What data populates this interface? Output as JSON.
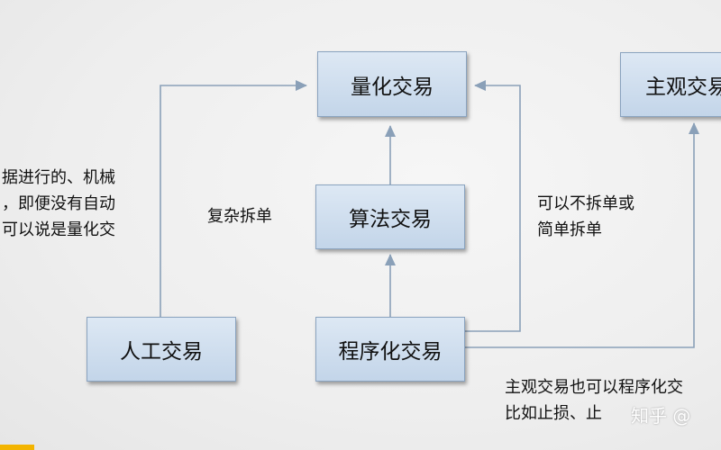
{
  "nodes": {
    "quant": "量化交易",
    "subjective": "主观交易",
    "algo": "算法交易",
    "manual": "人工交易",
    "programmatic": "程序化交易"
  },
  "labels": {
    "left_text": [
      "据进行的、机械",
      "，即便没有自动",
      "可以说是量化交"
    ],
    "complex_split": "复杂拆单",
    "simple_split": [
      "可以不拆单或",
      "简单拆单"
    ],
    "bottom_note": [
      "主观交易也可以程序化交",
      "比如止损、止"
    ]
  },
  "watermark": "知乎 @",
  "colors": {
    "box_top": "#dde8f4",
    "box_bottom": "#c3d5e9",
    "box_border": "#8aa3bf",
    "connector": "#8aa0b8",
    "accent": "#f3b400"
  }
}
